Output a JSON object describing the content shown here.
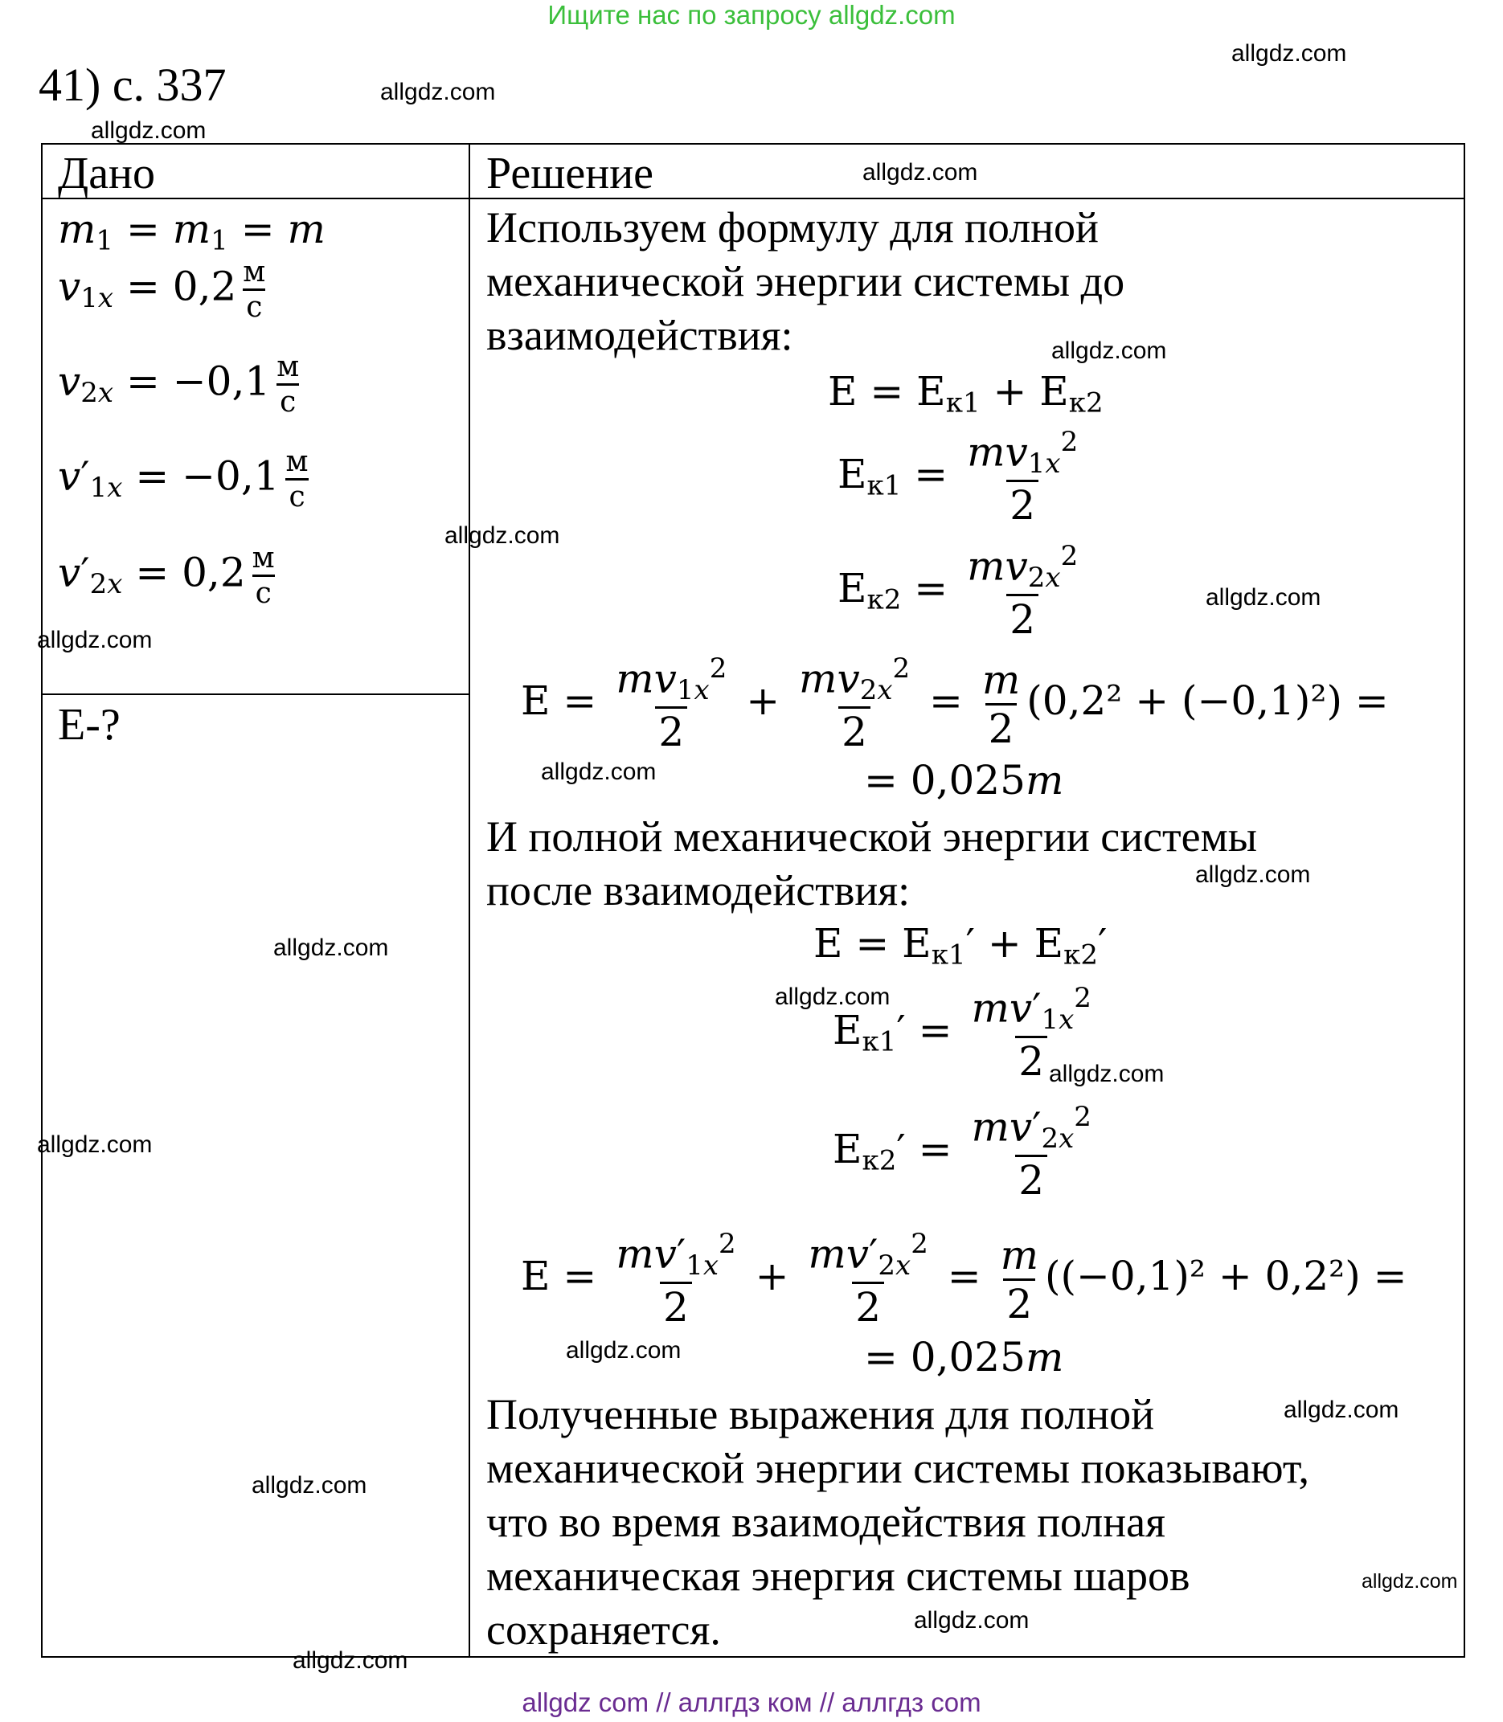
{
  "banner_top": "Ищите нас по запросу allgdz.com",
  "banner_bottom": "allgdz com  //  аллгдз ком  //  аллгдз com",
  "title": "41) с. 337",
  "watermark": "allgdz.com",
  "table": {
    "given_header": "Дано",
    "solution_header": "Решение",
    "find": "E-?"
  },
  "given": {
    "units_num": "м",
    "units_den": "с",
    "v1x_value": "0,2",
    "v2x_value": "−0,1",
    "v1x_prime_value": "−0,1",
    "v2x_prime_value": "0,2"
  },
  "solution": {
    "para1_line1": "Используем формулу для полной",
    "para1_line2": "механической энергии системы до",
    "para1_line3": "взаимодействия:",
    "para2_line1": "И полной механической энергии системы",
    "para2_line2": "после взаимодействия:",
    "para3_line1": "Полученные выражения для полной",
    "para3_line2": "механической энергии системы показывают,",
    "para3_line3": "что во время взаимодействия полная",
    "para3_line4": "механическая энергия системы шаров",
    "para3_line5": "сохраняется.",
    "result1": "= 0,025",
    "result2": "= 0,025",
    "expr1": "(0,2² + (−0,1)²) =",
    "expr2": "((−0,1)² + 0,2²) ="
  }
}
